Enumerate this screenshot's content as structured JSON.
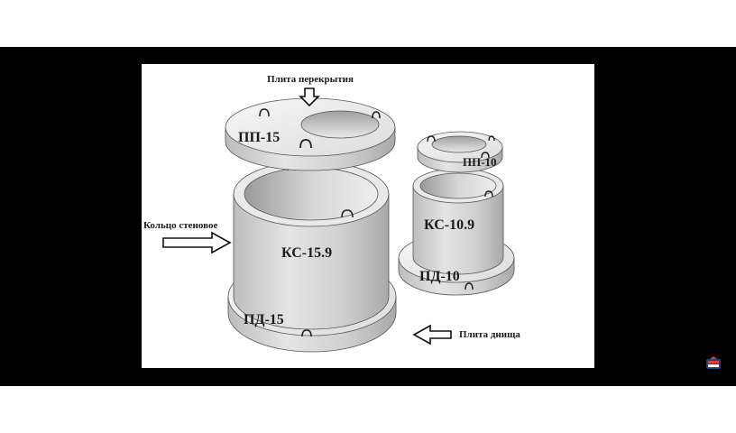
{
  "labels": {
    "top_cover": "Плита перекрытия",
    "wall_ring": "Кольцо стеновое",
    "bottom_plate": "Плита днища"
  },
  "parts": {
    "cover_large": "ПП-15",
    "ring_large": "КС-15.9",
    "base_large": "ПД-15",
    "cover_small": "ПП-10",
    "ring_small": "КС-10.9",
    "base_small": "ПД-10"
  },
  "colors": {
    "frame": "#000000",
    "concrete_light": "#f2f2f2",
    "concrete_mid": "#d2d2d2",
    "concrete_dark": "#a8a8a8"
  },
  "icons": {
    "arrow_down": "down-arrow-icon",
    "arrow_right": "right-arrow-icon",
    "arrow_left": "left-arrow-icon",
    "channel_logo": "channel-logo-icon"
  }
}
